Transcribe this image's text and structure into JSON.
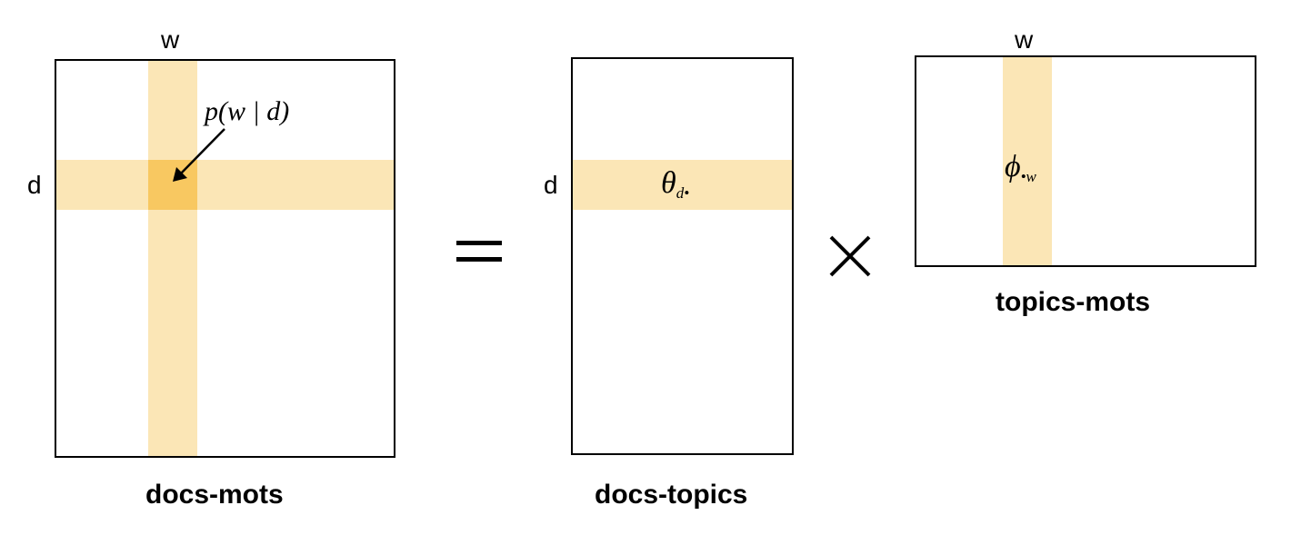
{
  "colors": {
    "highlight": "#f8d27a",
    "highlight_intersection": "#f7c150",
    "border": "#000000"
  },
  "docs_words": {
    "caption": "docs-mots",
    "row_label": "d",
    "col_label": "w",
    "annotation": "p(w | d)"
  },
  "docs_topics": {
    "caption": "docs-topics",
    "row_label": "d",
    "theta_symbol": "θ",
    "theta_subscript": "d•"
  },
  "topics_words": {
    "caption": "topics-mots",
    "col_label": "w",
    "phi_symbol": "ϕ",
    "phi_subscript": "•w"
  },
  "operators": {
    "equals": "equals-sign",
    "times": "multiplication-sign"
  }
}
